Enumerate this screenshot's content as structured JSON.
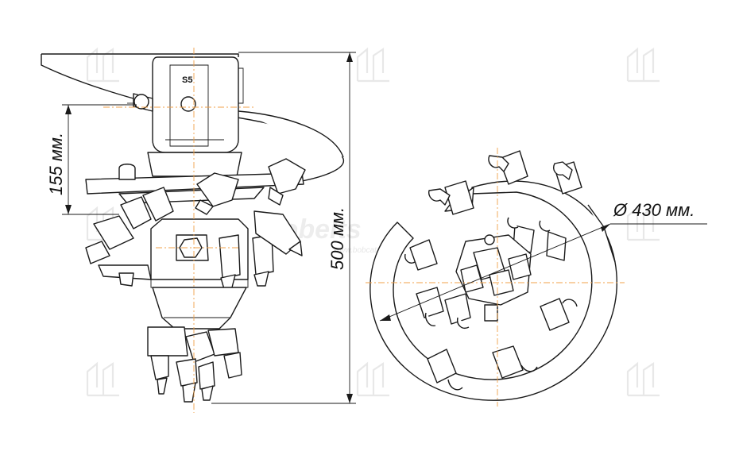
{
  "dimensions": {
    "height_upper": "155 мм.",
    "height_total": "500 мм.",
    "diameter": "Ø 430 мм."
  },
  "side_view": {
    "housing_label": "S5"
  },
  "watermark": {
    "brand": "Bobelts",
    "sub": "www.bobcat.ru"
  },
  "colors": {
    "line": "#1a1a1a",
    "axis": "#f0a24a",
    "watermark": "#e8e8e8"
  }
}
